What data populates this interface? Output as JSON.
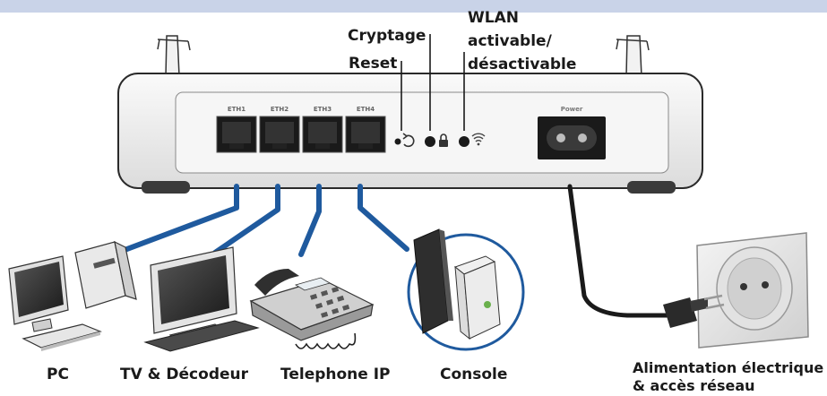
{
  "router": {
    "ports": [
      "ETH1",
      "ETH2",
      "ETH3",
      "ETH4"
    ],
    "power_label": "Power"
  },
  "callouts": {
    "cryptage": "Cryptage",
    "reset": "Reset",
    "wlan_line1": "WLAN",
    "wlan_line2": "activable/",
    "wlan_line3": "désactivable"
  },
  "devices": {
    "pc": "PC",
    "tv": "TV & Décodeur",
    "phone": "Telephone IP",
    "console": "Console",
    "power_line1": "Alimentation électrique",
    "power_line2": "& accès réseau"
  },
  "colors": {
    "cable": "#1f5a9e",
    "power_cable": "#1a1a1a",
    "router_body": "#f2f2f2",
    "top_bar": "#c9d3e8"
  }
}
